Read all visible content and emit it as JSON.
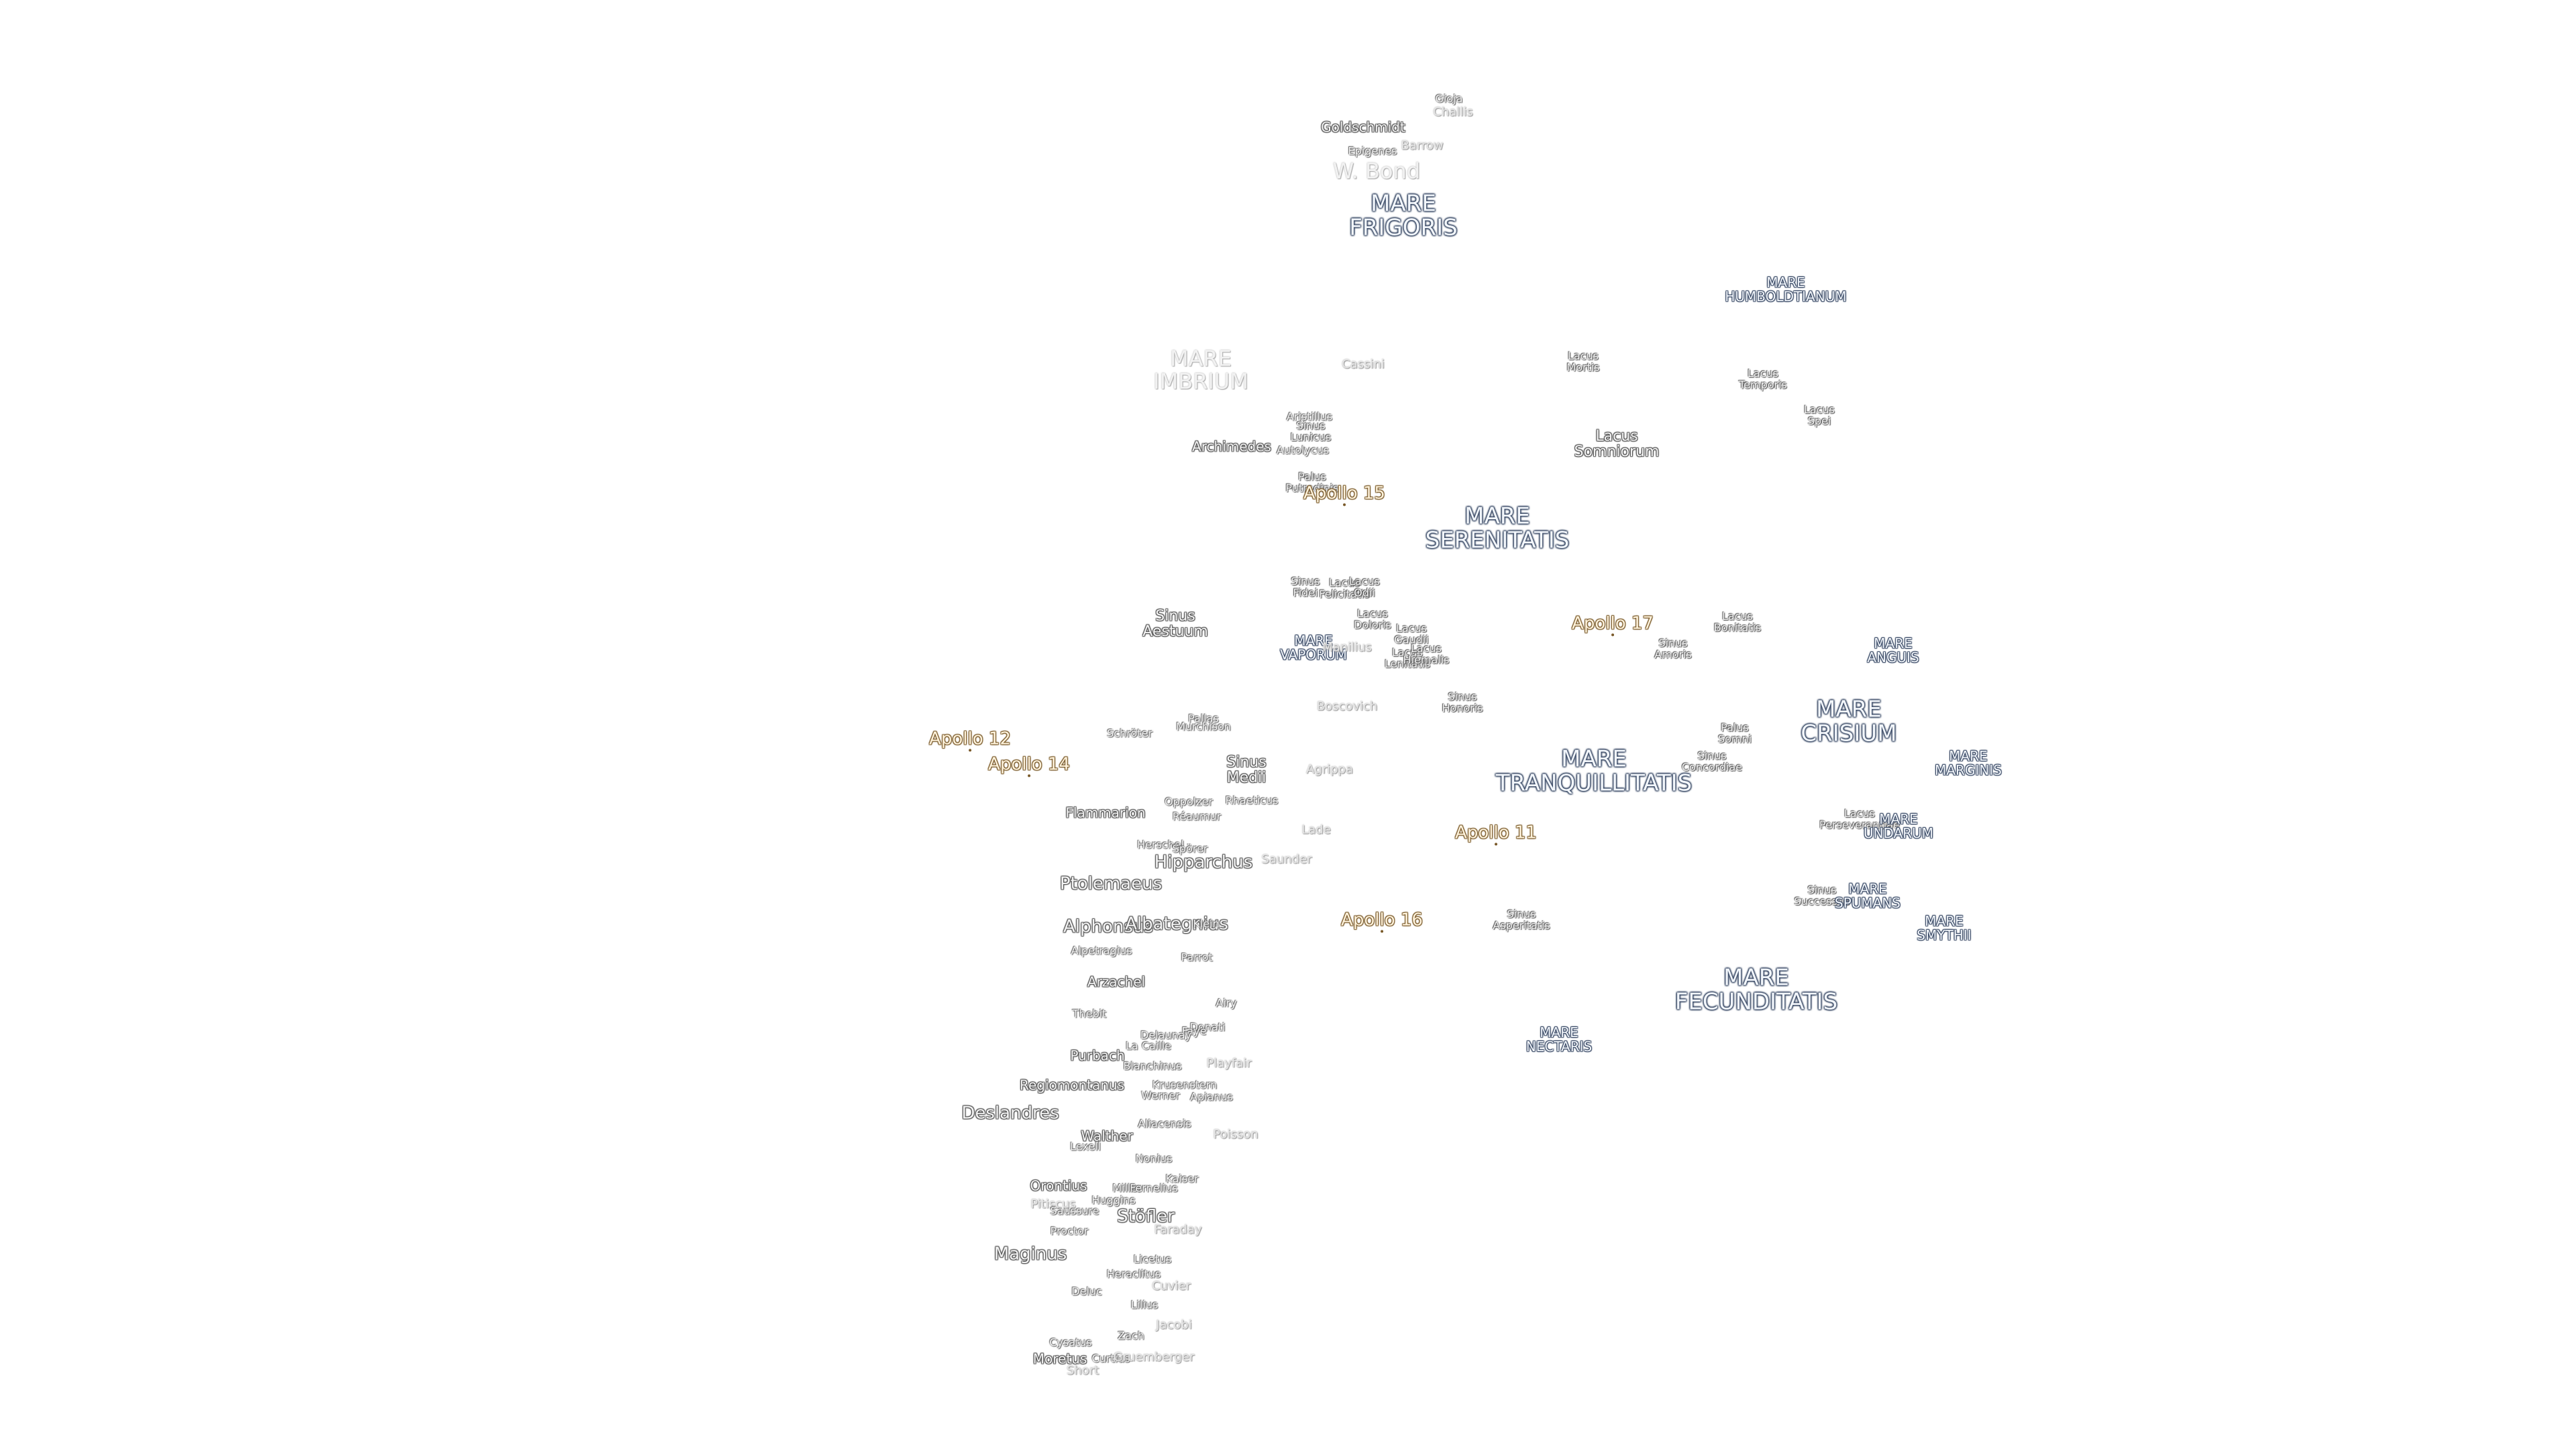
{
  "colors": {
    "background": "#ffffff",
    "mare_outline": "#3a4a66",
    "feature_outline": "#555555",
    "apollo_outline": "#7a5a2a"
  },
  "labels": [
    {
      "text": "Gioja",
      "kind": "crater-sm"
    },
    {
      "text": "Challis",
      "kind": "faint"
    },
    {
      "text": "Goldschmidt",
      "kind": "crater"
    },
    {
      "text": "Epigenes",
      "kind": "crater-sm"
    },
    {
      "text": "Barrow",
      "kind": "faint"
    },
    {
      "text": "W. Bond",
      "kind": "faint-lg"
    },
    {
      "text": "MARE\nFRIGORIS",
      "kind": "mare"
    },
    {
      "text": "MARE\nHUMBOLDTIANUM",
      "kind": "mare-sm"
    },
    {
      "text": "MARE\nIMBRIUM",
      "kind": "faint-lg"
    },
    {
      "text": "Cassini",
      "kind": "faint"
    },
    {
      "text": "Lacus\nMortis",
      "kind": "feat-sm"
    },
    {
      "text": "Lacus\nTemporis",
      "kind": "feat-sm"
    },
    {
      "text": "Lacus\nSpei",
      "kind": "feat-sm"
    },
    {
      "text": "Aristillus",
      "kind": "crater-sm"
    },
    {
      "text": "Sinus\nLunicus",
      "kind": "feat-sm"
    },
    {
      "text": "Archimedes",
      "kind": "crater"
    },
    {
      "text": "Autolycus",
      "kind": "crater-sm"
    },
    {
      "text": "Lacus\nSomniorum",
      "kind": "feat"
    },
    {
      "text": "Palus\nPutredinis",
      "kind": "feat-sm"
    },
    {
      "text": "Apollo 15",
      "kind": "apollo"
    },
    {
      "text": "MARE\nSERENITATIS",
      "kind": "mare"
    },
    {
      "text": "Sinus\nFidei",
      "kind": "feat-sm"
    },
    {
      "text": "Lacus\nFelicitatis",
      "kind": "feat-sm"
    },
    {
      "text": "Lacus\nOdii",
      "kind": "feat-sm"
    },
    {
      "text": "Sinus\nAestuum",
      "kind": "feat"
    },
    {
      "text": "Lacus\nDoloris",
      "kind": "feat-sm"
    },
    {
      "text": "Lacus\nGaudii",
      "kind": "feat-sm"
    },
    {
      "text": "MARE\nVAPORUM",
      "kind": "mare-sm"
    },
    {
      "text": "Manilius",
      "kind": "faint"
    },
    {
      "text": "Lacus\nLenitatis",
      "kind": "feat-sm"
    },
    {
      "text": "Lacus\nHiemalis",
      "kind": "feat-sm"
    },
    {
      "text": "Apollo 17",
      "kind": "apollo"
    },
    {
      "text": "Lacus\nBonitatis",
      "kind": "feat-sm"
    },
    {
      "text": "Sinus\nAmoris",
      "kind": "feat-sm"
    },
    {
      "text": "MARE\nANGUIS",
      "kind": "mare-sm"
    },
    {
      "text": "Sinus\nHonoris",
      "kind": "feat-sm"
    },
    {
      "text": "Boscovich",
      "kind": "faint"
    },
    {
      "text": "Pallas",
      "kind": "crater-sm"
    },
    {
      "text": "Murchison",
      "kind": "crater-sm"
    },
    {
      "text": "Schröter",
      "kind": "crater-sm"
    },
    {
      "text": "Apollo 12",
      "kind": "apollo"
    },
    {
      "text": "MARE\nCRISIUM",
      "kind": "mare"
    },
    {
      "text": "Palus\nSomni",
      "kind": "feat-sm"
    },
    {
      "text": "Sinus\nMedii",
      "kind": "feat"
    },
    {
      "text": "MARE\nTRANQUILLITATIS",
      "kind": "mare"
    },
    {
      "text": "Sinus\nConcordiae",
      "kind": "feat-sm"
    },
    {
      "text": "MARE\nMARGINIS",
      "kind": "mare-sm"
    },
    {
      "text": "Apollo 14",
      "kind": "apollo"
    },
    {
      "text": "Agrippa",
      "kind": "faint"
    },
    {
      "text": "Oppolzer",
      "kind": "crater-sm"
    },
    {
      "text": "Rhaeticus",
      "kind": "crater-sm"
    },
    {
      "text": "Flammarion",
      "kind": "crater"
    },
    {
      "text": "Réaumur",
      "kind": "crater-sm"
    },
    {
      "text": "Lade",
      "kind": "faint"
    },
    {
      "text": "Apollo 11",
      "kind": "apollo"
    },
    {
      "text": "Lacus\nPerseverantiae",
      "kind": "feat-sm"
    },
    {
      "text": "MARE\nUNDARUM",
      "kind": "mare-sm"
    },
    {
      "text": "Herschel",
      "kind": "crater-sm"
    },
    {
      "text": "Spörer",
      "kind": "crater-sm"
    },
    {
      "text": "Hipparchus",
      "kind": "crater-lg"
    },
    {
      "text": "Saunder",
      "kind": "faint"
    },
    {
      "text": "Ptolemaeus",
      "kind": "crater-lg"
    },
    {
      "text": "Sinus\nSuccessus",
      "kind": "feat-sm"
    },
    {
      "text": "MARE\nSPUMANS",
      "kind": "mare-sm"
    },
    {
      "text": "Alphonsus",
      "kind": "crater-lg"
    },
    {
      "text": "Albategnius",
      "kind": "crater-lg"
    },
    {
      "text": "Klein",
      "kind": "crater-sm"
    },
    {
      "text": "Apollo 16",
      "kind": "apollo"
    },
    {
      "text": "Sinus\nAsperitatis",
      "kind": "feat-sm"
    },
    {
      "text": "MARE\nSMYTHII",
      "kind": "mare-sm"
    },
    {
      "text": "Alpetragius",
      "kind": "crater-sm"
    },
    {
      "text": "Parrot",
      "kind": "crater-sm"
    },
    {
      "text": "MARE\nFECUNDITATIS",
      "kind": "mare"
    },
    {
      "text": "Arzachel",
      "kind": "crater"
    },
    {
      "text": "Airy",
      "kind": "crater-sm"
    },
    {
      "text": "Thebit",
      "kind": "crater-sm"
    },
    {
      "text": "Donati",
      "kind": "crater-sm"
    },
    {
      "text": "Faye",
      "kind": "crater-sm"
    },
    {
      "text": "Delaunay",
      "kind": "crater-sm"
    },
    {
      "text": "MARE\nNECTARIS",
      "kind": "mare-sm"
    },
    {
      "text": "La Caille",
      "kind": "crater-sm"
    },
    {
      "text": "Purbach",
      "kind": "crater"
    },
    {
      "text": "Blanchinus",
      "kind": "crater-sm"
    },
    {
      "text": "Playfair",
      "kind": "faint"
    },
    {
      "text": "Regiomontanus",
      "kind": "crater"
    },
    {
      "text": "Krusenstern",
      "kind": "crater-sm"
    },
    {
      "text": "Werner",
      "kind": "crater-sm"
    },
    {
      "text": "Apianus",
      "kind": "crater-sm"
    },
    {
      "text": "Deslandres",
      "kind": "crater-lg"
    },
    {
      "text": "Aliacensis",
      "kind": "crater-sm"
    },
    {
      "text": "Walther",
      "kind": "crater"
    },
    {
      "text": "Poisson",
      "kind": "faint"
    },
    {
      "text": "Lexell",
      "kind": "crater-sm"
    },
    {
      "text": "Nonius",
      "kind": "crater-sm"
    },
    {
      "text": "Kaiser",
      "kind": "crater-sm"
    },
    {
      "text": "Orontius",
      "kind": "crater"
    },
    {
      "text": "Miller",
      "kind": "crater-sm"
    },
    {
      "text": "Fernelius",
      "kind": "crater-sm"
    },
    {
      "text": "Pitiscus",
      "kind": "faint"
    },
    {
      "text": "Huggins",
      "kind": "crater-sm"
    },
    {
      "text": "Saussure",
      "kind": "crater-sm"
    },
    {
      "text": "Stöfler",
      "kind": "crater-lg"
    },
    {
      "text": "Proctor",
      "kind": "crater-sm"
    },
    {
      "text": "Faraday",
      "kind": "faint"
    },
    {
      "text": "Maginus",
      "kind": "crater-lg"
    },
    {
      "text": "Licetus",
      "kind": "crater-sm"
    },
    {
      "text": "Heraclitus",
      "kind": "crater-sm"
    },
    {
      "text": "Deluc",
      "kind": "crater-sm"
    },
    {
      "text": "Cuvier",
      "kind": "faint"
    },
    {
      "text": "Lilius",
      "kind": "crater-sm"
    },
    {
      "text": "Jacobi",
      "kind": "faint"
    },
    {
      "text": "Zach",
      "kind": "crater-sm"
    },
    {
      "text": "Cysatus",
      "kind": "crater-sm"
    },
    {
      "text": "Moretus",
      "kind": "crater"
    },
    {
      "text": "Curtius",
      "kind": "crater-sm"
    },
    {
      "text": "Gruemberger",
      "kind": "faint"
    },
    {
      "text": "Short",
      "kind": "faint"
    }
  ]
}
